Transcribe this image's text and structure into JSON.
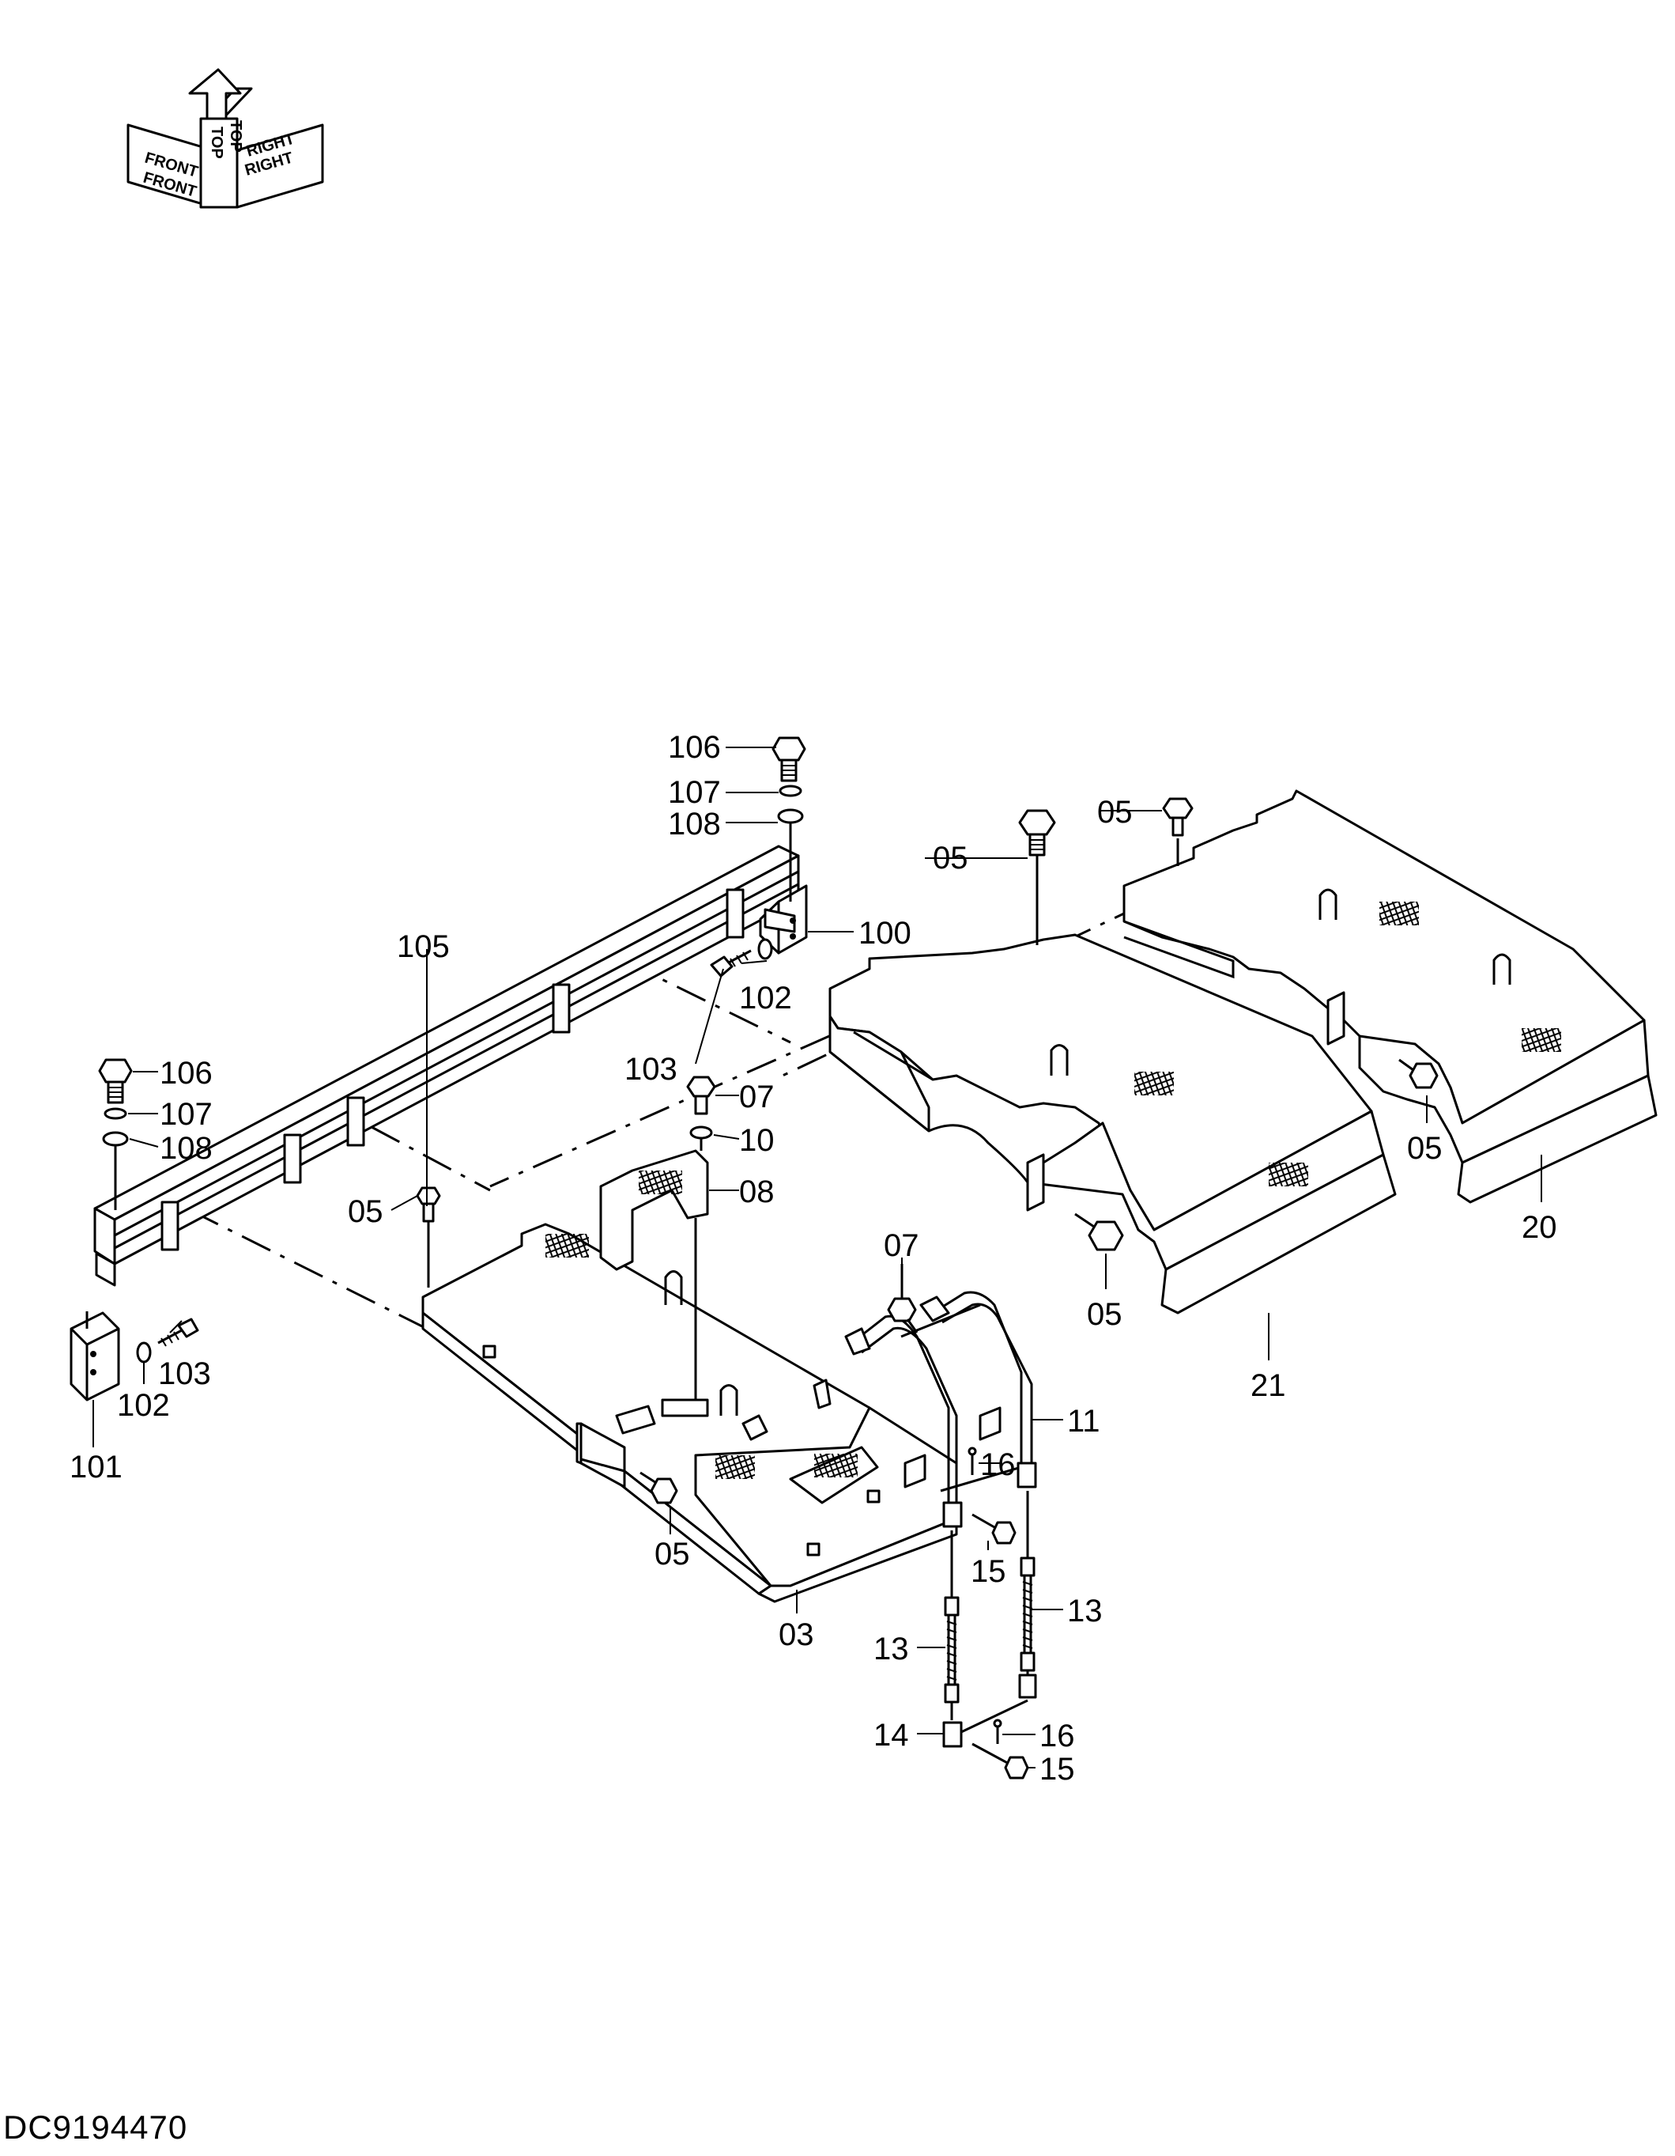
{
  "orientation": {
    "front": "FRONT",
    "top": "TOP",
    "right": "RIGHT"
  },
  "parts": {
    "p03": "03",
    "p05": "05",
    "p07": "07",
    "p08": "08",
    "p10": "10",
    "p11": "11",
    "p13": "13",
    "p14": "14",
    "p15": "15",
    "p16": "16",
    "p20": "20",
    "p21": "21",
    "p100": "100",
    "p101": "101",
    "p102": "102",
    "p103": "103",
    "p105": "105",
    "p106": "106",
    "p107": "107",
    "p108": "108"
  },
  "document_code": "DC9194470"
}
